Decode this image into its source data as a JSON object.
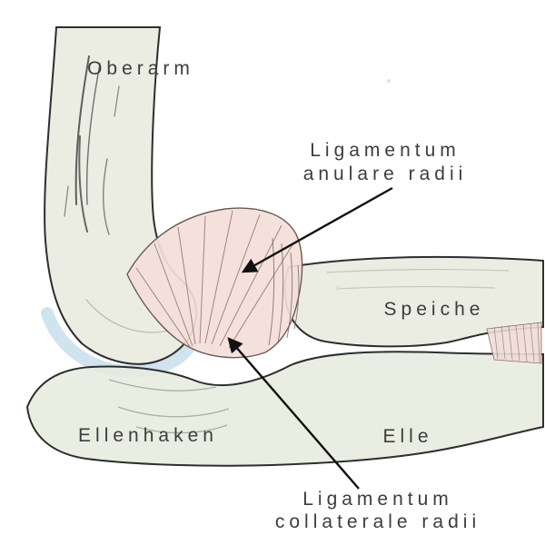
{
  "diagram": {
    "type": "anatomical-illustration",
    "subject": "elbow joint with ligaments (German labels)",
    "labels": {
      "upper_arm": "Oberarm",
      "radius_bone": "Speiche",
      "olecranon": "Ellenhaken",
      "ulna": "Elle",
      "lig_anulare_line1": "Ligamentum",
      "lig_anulare_line2": "anulare radii",
      "lig_collaterale_line1": "Ligamentum",
      "lig_collaterale_line2": "collaterale radii"
    },
    "annotations": [
      {
        "target": "annular ligament of radius",
        "label": "Ligamentum anulare radii"
      },
      {
        "target": "radial collateral ligament",
        "label": "Ligamentum collaterale radii"
      }
    ],
    "colors": {
      "bone_fill": "#e9ece1",
      "ligament_fill": "#f3ded8",
      "cartilage": "#cfe4ef",
      "outline": "#2e2e2e",
      "text": "#3d3d3d",
      "arrow": "#111111"
    }
  }
}
